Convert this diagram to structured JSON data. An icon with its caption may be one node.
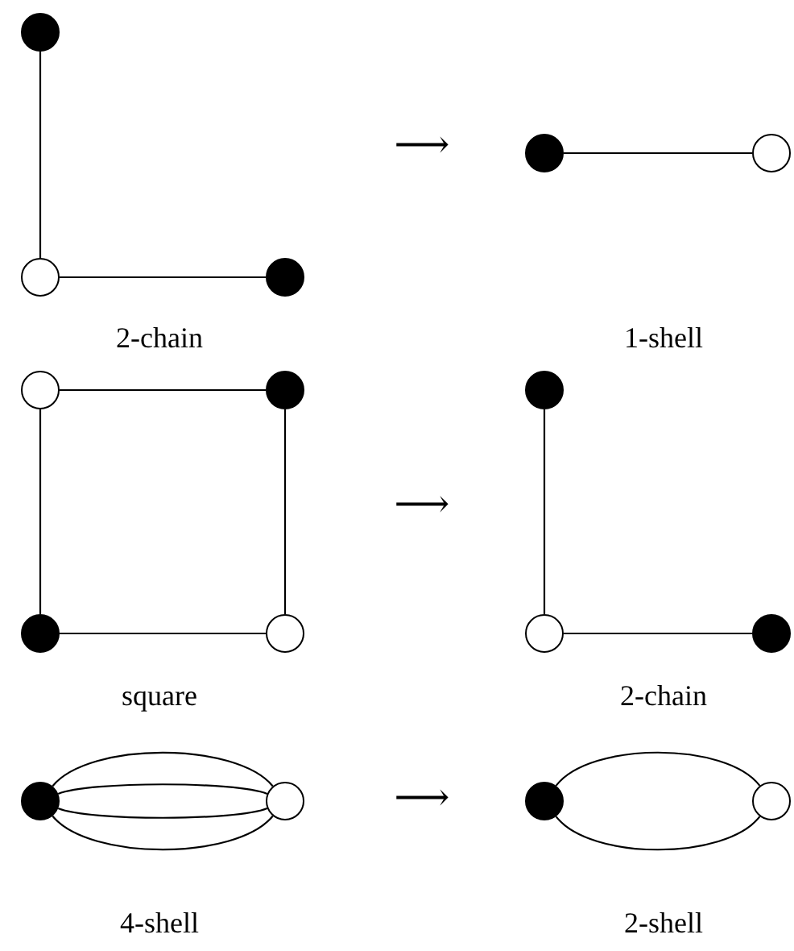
{
  "diagram": {
    "nodes": [
      {
        "text": [],
        "shape": "dot"
      },
      {
        "text": [],
        "shape": "circle"
      },
      {
        "text": [],
        "shape": "dot"
      },
      {
        "text": [],
        "shape": "dot"
      },
      {
        "text": [],
        "shape": "circle"
      },
      {
        "text": [],
        "shape": "circle"
      },
      {
        "text": [],
        "shape": "dot"
      },
      {
        "text": [],
        "shape": "dot"
      },
      {
        "text": [],
        "shape": "circle"
      },
      {
        "text": [],
        "shape": "dot"
      },
      {
        "text": [],
        "shape": "circle"
      },
      {
        "text": [],
        "shape": "dot"
      },
      {
        "text": [],
        "shape": "dot"
      },
      {
        "text": [],
        "shape": "circle"
      },
      {
        "text": [],
        "shape": "dot"
      },
      {
        "text": [],
        "shape": "circle"
      }
    ],
    "edges": [
      {
        "from": 0,
        "to": 1,
        "arrow": "none"
      },
      {
        "from": 1,
        "to": 2,
        "arrow": "none"
      },
      {
        "from": 3,
        "to": 4,
        "arrow": "none"
      },
      {
        "from": 5,
        "to": 6,
        "arrow": "none"
      },
      {
        "from": 6,
        "to": 8,
        "arrow": "none"
      },
      {
        "from": 5,
        "to": 7,
        "arrow": "none"
      },
      {
        "from": 7,
        "to": 8,
        "arrow": "none"
      },
      {
        "from": 9,
        "to": 10,
        "arrow": "none"
      },
      {
        "from": 10,
        "to": 11,
        "arrow": "none"
      },
      {
        "from": 12,
        "to": 13,
        "arrow": "none"
      },
      {
        "from": 12,
        "to": 13,
        "arrow": "none"
      },
      {
        "from": 12,
        "to": 13,
        "arrow": "none"
      },
      {
        "from": 12,
        "to": 13,
        "arrow": "none"
      },
      {
        "from": 14,
        "to": 15,
        "arrow": "none"
      },
      {
        "from": 14,
        "to": 15,
        "arrow": "none"
      }
    ],
    "labels": [
      "⟶",
      "2-chain",
      "1-shell",
      "⟶",
      "square",
      "2-chain",
      "⟶",
      "4-shell",
      "2-shell"
    ]
  }
}
